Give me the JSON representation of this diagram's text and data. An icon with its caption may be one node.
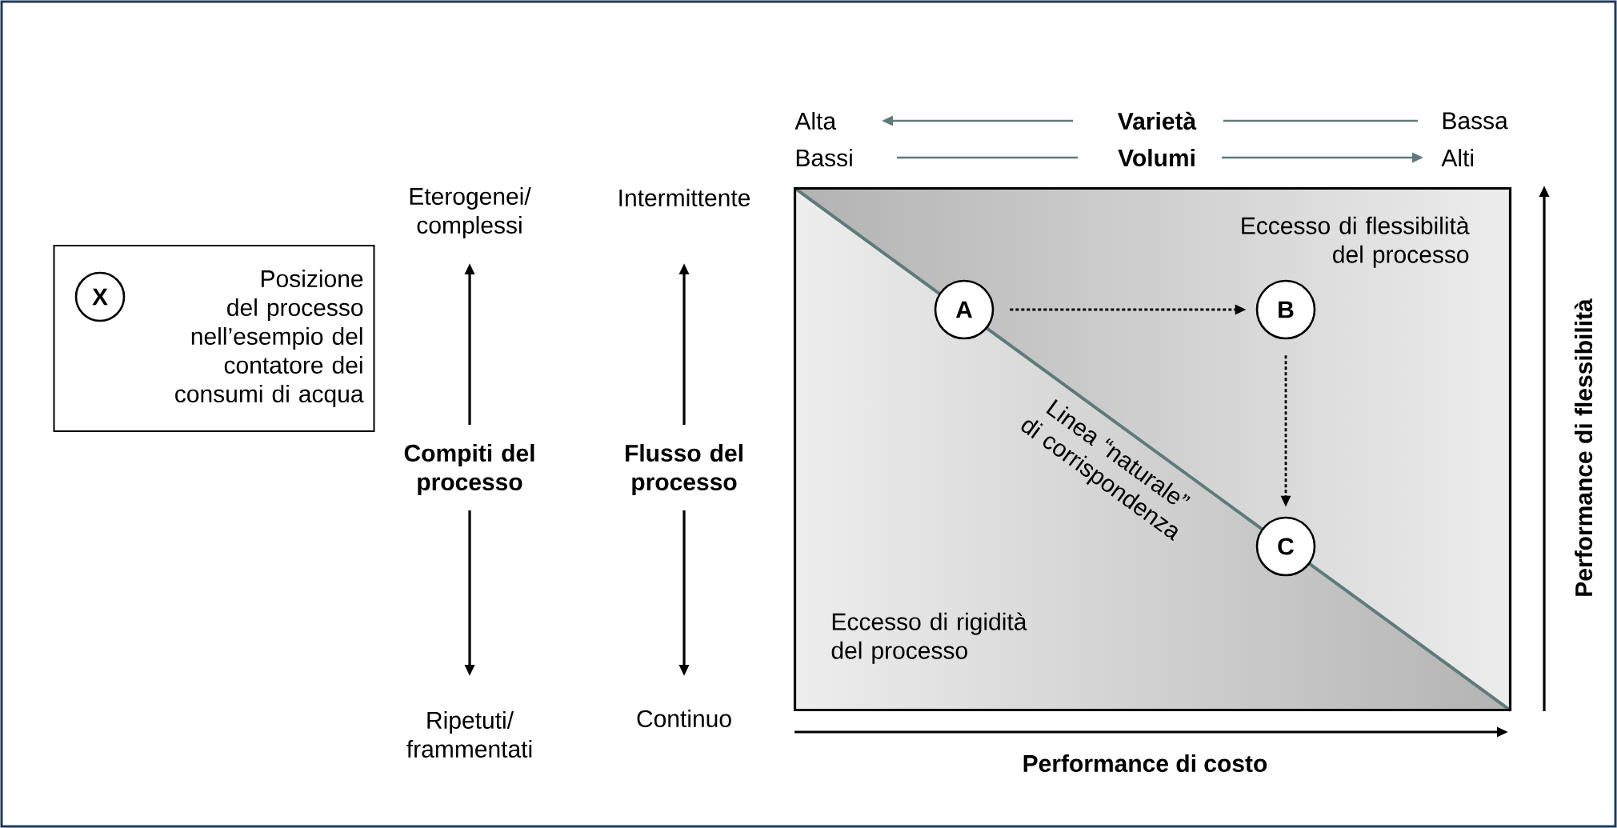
{
  "diagram": {
    "nodes": [
      {
        "text": [
          "Posizione del processo nell’esempio del contatore dei consumi di acqua"
        ]
      },
      {
        "text": [
          "X"
        ],
        "in": 0
      },
      {
        "text": [
          "Eccesso di flessibilità del processo",
          "Eccesso di rigidità del processo",
          "Linea “naturale” di corrispondenza"
        ]
      },
      {
        "text": [
          "A"
        ],
        "in": 2
      },
      {
        "text": [
          "B"
        ],
        "in": 2
      },
      {
        "text": [
          "C"
        ],
        "in": 2
      }
    ],
    "edges": [
      {
        "from": 3,
        "to": 4,
        "arrow": "to",
        "style": "dashed"
      },
      {
        "from": 4,
        "to": 5,
        "arrow": "to",
        "style": "dashed"
      }
    ],
    "labels": [
      "Alta",
      "Varietà",
      "Bassa",
      "Bassi",
      "Volumi",
      "Alti",
      "Eterogenei/ complessi",
      "Intermittente",
      "Compiti del processo",
      "Flusso del processo",
      "Ripetuti/ frammentati",
      "Continuo",
      "Performance di costo",
      "Performance di flessibilità"
    ]
  }
}
